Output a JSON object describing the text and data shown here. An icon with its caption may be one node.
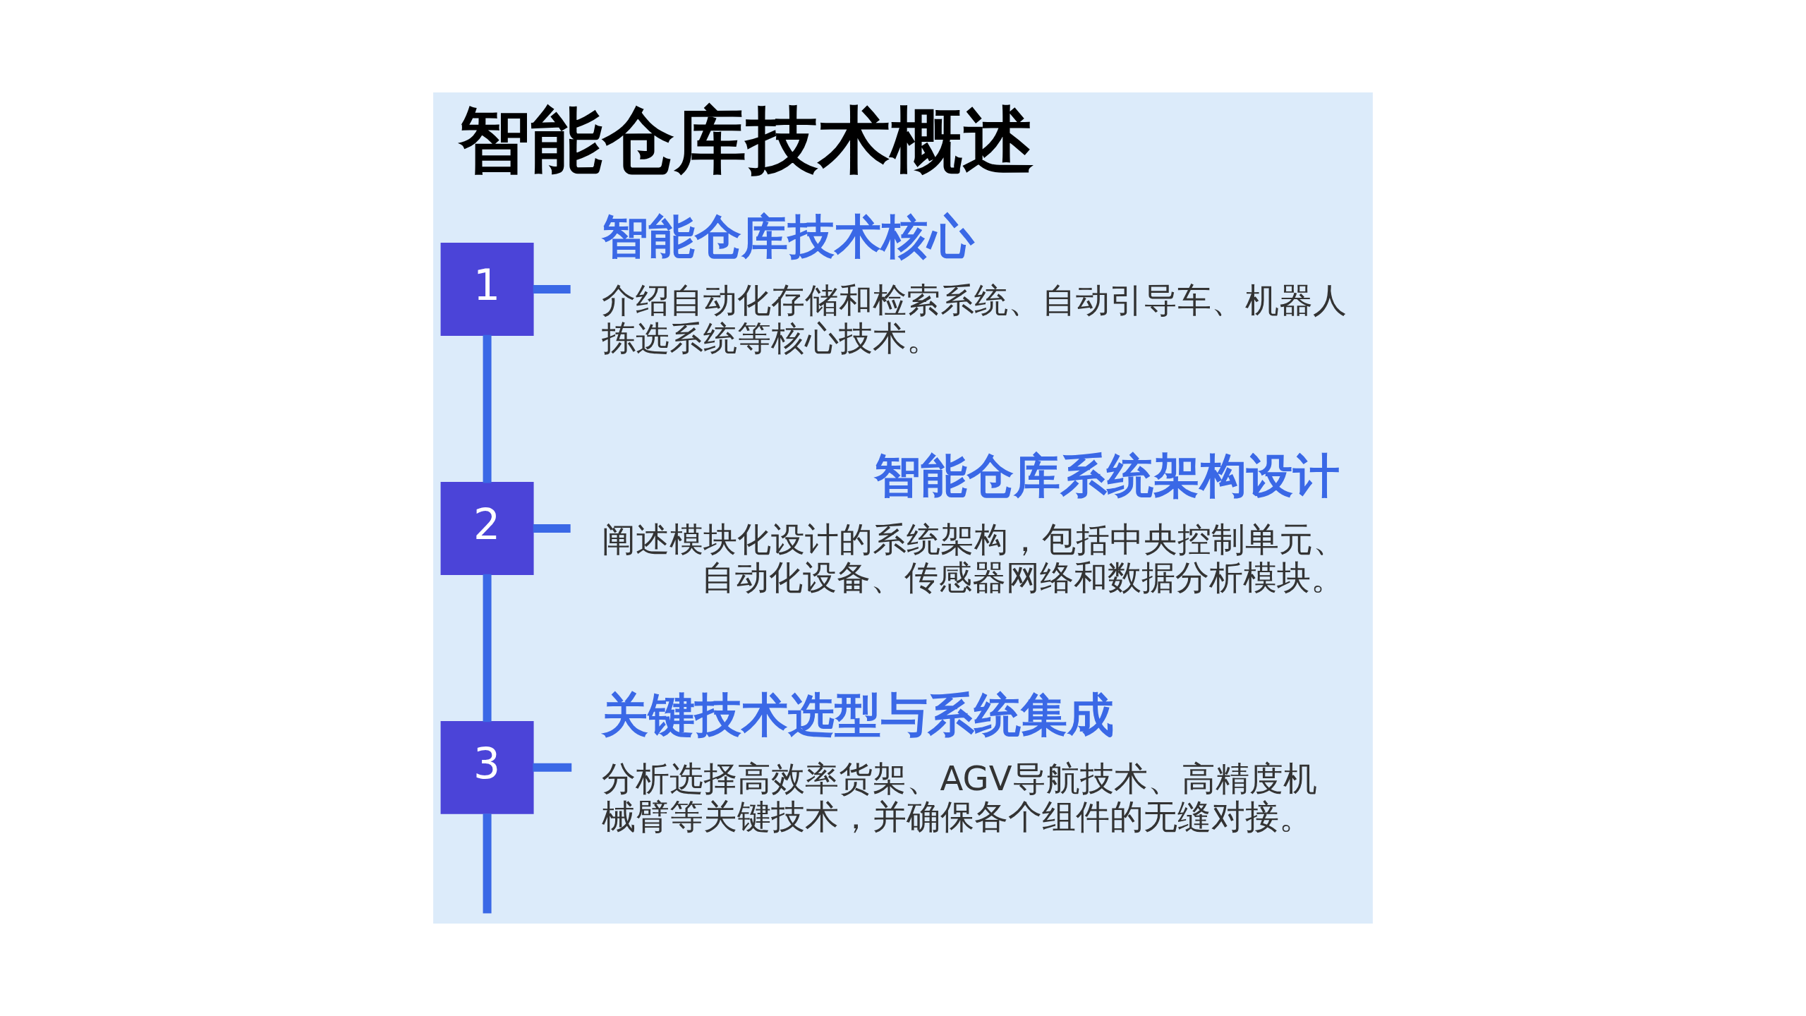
{
  "diagram": {
    "title": "智能仓库技术概述",
    "nodes": [
      {
        "text": [
          "1"
        ]
      },
      {
        "text": [
          "智能仓库技术核心",
          "介绍自动化存储和检索系统、自动引导车、机器人拣选系统等核心技术。"
        ]
      },
      {
        "text": [
          "智能仓库系统架构设计",
          "阐述模块化设计的系统架构，包括中央控制单元、自动化设备、传感器网络和数据分析模块。"
        ]
      },
      {
        "text": [
          "2"
        ]
      },
      {
        "text": [
          "3"
        ]
      },
      {
        "text": [
          "关键技术选型与系统集成",
          "分析选择高效率货架、AGV导航技术、高精度机械臂等关键技术，并确保各个组件的无缝对接。"
        ]
      }
    ],
    "edges": [
      {
        "from": 0,
        "to": 1,
        "arrow": "none"
      },
      {
        "from": 0,
        "to": 3,
        "arrow": "none"
      },
      {
        "from": 3,
        "to": 2,
        "arrow": "none"
      },
      {
        "from": 3,
        "to": 4,
        "arrow": "none"
      },
      {
        "from": 4,
        "to": 5,
        "arrow": "none"
      },
      {
        "from": 4,
        "to": null,
        "arrow": "none"
      }
    ]
  }
}
